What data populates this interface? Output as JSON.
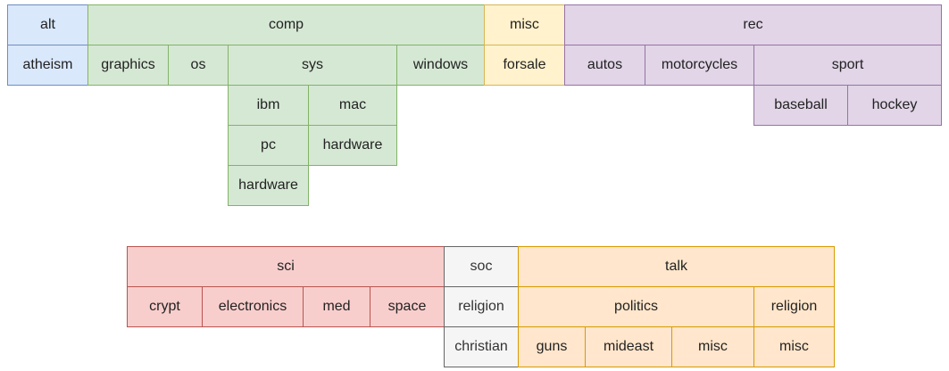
{
  "alt": {
    "label": "alt",
    "atheism": "atheism"
  },
  "comp": {
    "label": "comp",
    "graphics": "graphics",
    "os": "os",
    "sys": "sys",
    "windows": "windows",
    "ibm": "ibm",
    "mac": "mac",
    "pc": "pc",
    "mac_hardware": "hardware",
    "pc_hardware": "hardware"
  },
  "misc": {
    "label": "misc",
    "forsale": "forsale"
  },
  "rec": {
    "label": "rec",
    "autos": "autos",
    "motorcycles": "motorcycles",
    "sport": "sport",
    "baseball": "baseball",
    "hockey": "hockey"
  },
  "sci": {
    "label": "sci",
    "crypt": "crypt",
    "electronics": "electronics",
    "med": "med",
    "space": "space"
  },
  "soc": {
    "label": "soc",
    "religion": "religion",
    "christian": "christian"
  },
  "talk": {
    "label": "talk",
    "politics": "politics",
    "religion": "religion",
    "guns": "guns",
    "mideast": "mideast",
    "politics_misc": "misc",
    "religion_misc": "misc"
  }
}
